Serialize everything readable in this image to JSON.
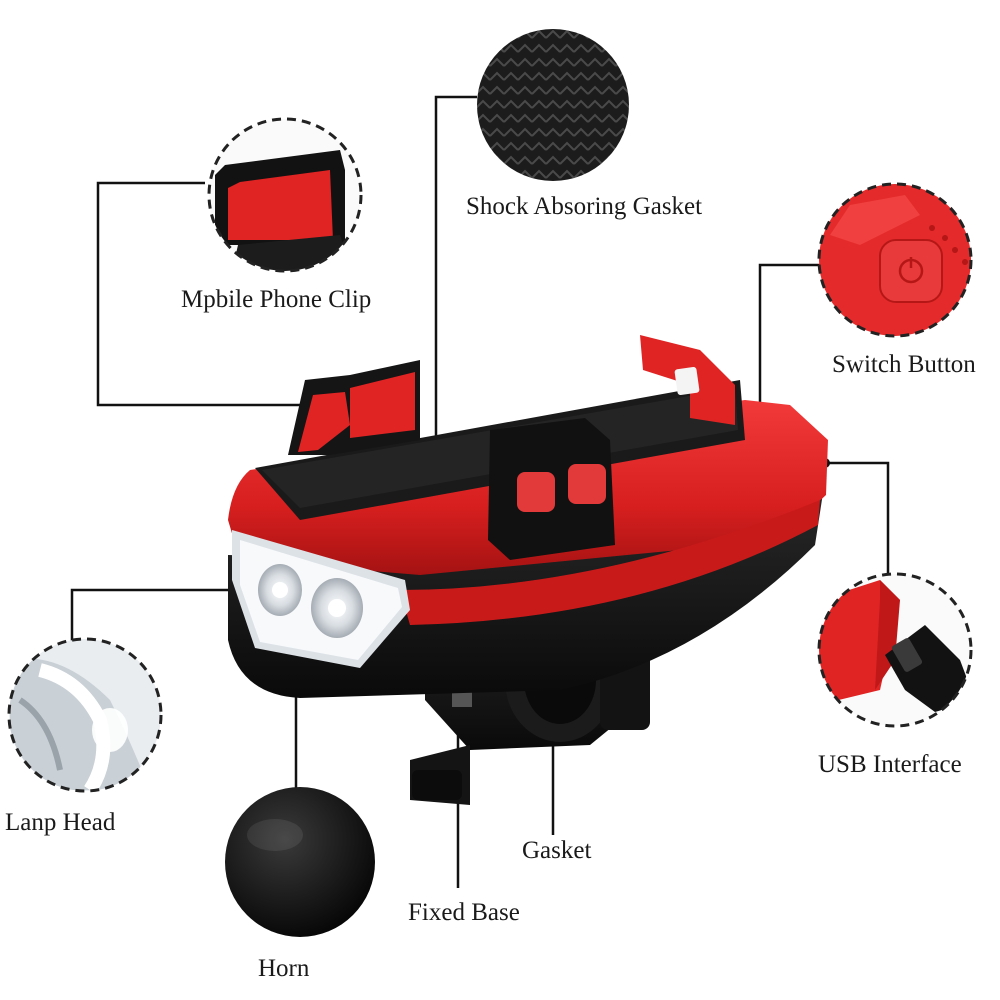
{
  "labels": {
    "shock_gasket": "Shock Absoring Gasket",
    "phone_clip": "Mpbile Phone Clip",
    "switch_button": "Switch Button",
    "usb_interface": "USB Interface",
    "lamp_head": "Lanp Head",
    "gasket": "Gasket",
    "fixed_base": "Fixed Base",
    "horn": "Horn"
  },
  "colors": {
    "body_red": "#d81f1f",
    "body_black": "#151515",
    "leader_line": "#111111",
    "callout_border": "#222222"
  }
}
